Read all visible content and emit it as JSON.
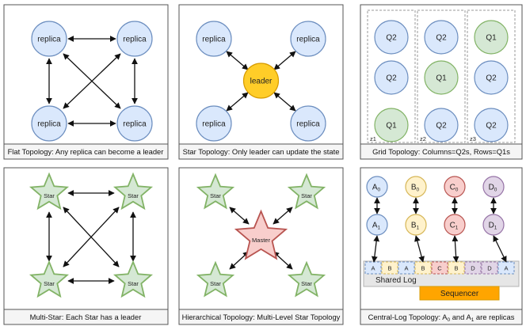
{
  "panels": {
    "flat": {
      "node_label": "replica",
      "caption": "Flat Topology: Any replica can become a leader"
    },
    "star": {
      "node_label": "replica",
      "center_label": "leader",
      "caption": "Star Topology: Only leader can update the state"
    },
    "grid": {
      "columns": [
        {
          "zone": "z1",
          "cells": [
            "Q2",
            "Q2",
            "Q1"
          ]
        },
        {
          "zone": "z2",
          "cells": [
            "Q2",
            "Q1",
            "Q2"
          ]
        },
        {
          "zone": "z3",
          "cells": [
            "Q1",
            "Q2",
            "Q2"
          ]
        }
      ],
      "caption": "Grid Topology: Columns=Q2s, Rows=Q1s"
    },
    "multistar": {
      "node_label": "Star",
      "caption": "Multi-Star: Each Star has a leader"
    },
    "hier": {
      "node_label": "Star",
      "center_label": "Master",
      "caption": "Hierarchical Topology: Multi-Level Star Topology"
    },
    "central": {
      "top": [
        {
          "base": "A",
          "sub": "0"
        },
        {
          "base": "B",
          "sub": "0"
        },
        {
          "base": "C",
          "sub": "0"
        },
        {
          "base": "D",
          "sub": "0"
        }
      ],
      "bottom": [
        {
          "base": "A",
          "sub": "1"
        },
        {
          "base": "B",
          "sub": "1"
        },
        {
          "base": "C",
          "sub": "1"
        },
        {
          "base": "D",
          "sub": "1"
        }
      ],
      "log_entries": [
        "A",
        "B",
        "A",
        "B",
        "C",
        "B",
        "D",
        "D",
        "A"
      ],
      "log_label": "Shared Log",
      "sequencer_label": "Sequencer",
      "caption": {
        "pre": "Central-Log Topology: A",
        "sub0": "0",
        "mid": " and A",
        "sub1": "1",
        "post": " are replicas"
      }
    }
  },
  "colors": {
    "blue_fill": "#dae8fc",
    "blue_stroke": "#6c8ebf",
    "green_fill": "#d5e8d4",
    "green_stroke": "#82b366",
    "leader_fill": "#ffcd28",
    "leader_stroke": "#d79b00",
    "red_fill": "#f8cecc",
    "red_stroke": "#b85450",
    "yellow_fill": "#fff2cc",
    "yellow_stroke": "#d6b656",
    "purple_fill": "#e1d5e7",
    "purple_stroke": "#9673a6",
    "orange_fill": "#ffa500"
  }
}
